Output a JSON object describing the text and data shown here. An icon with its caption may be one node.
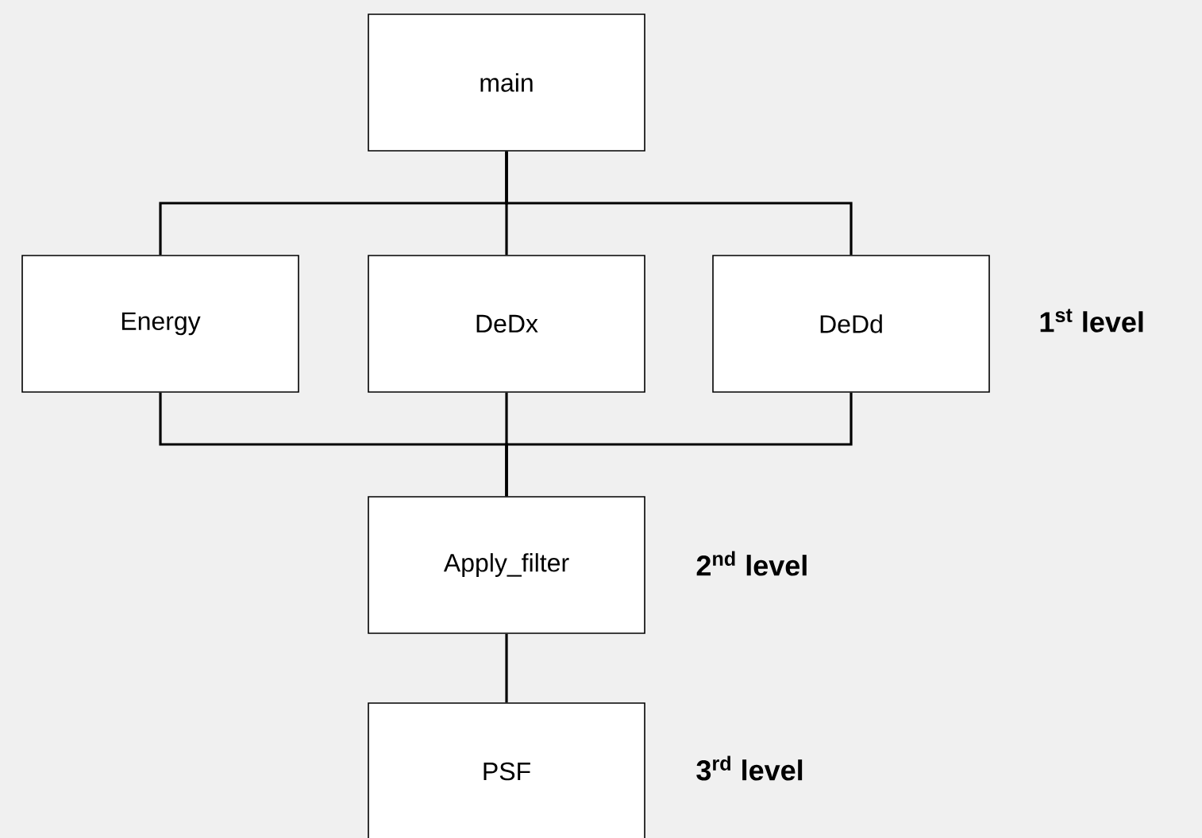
{
  "diagram": {
    "nodes": [
      {
        "text": [
          "main"
        ]
      },
      {
        "text": [
          "Energy"
        ]
      },
      {
        "text": [
          "DeDx"
        ]
      },
      {
        "text": [
          "DeDd"
        ]
      },
      {
        "text": [
          "Apply_filter"
        ]
      },
      {
        "text": [
          "PSF"
        ]
      }
    ],
    "edges": [
      {
        "from": 0,
        "to": 1,
        "arrow": "none"
      },
      {
        "from": 0,
        "to": 2,
        "arrow": "none"
      },
      {
        "from": 0,
        "to": 3,
        "arrow": "none"
      },
      {
        "from": 1,
        "to": 4,
        "arrow": "none"
      },
      {
        "from": 2,
        "to": 4,
        "arrow": "none"
      },
      {
        "from": 3,
        "to": 4,
        "arrow": "none"
      },
      {
        "from": 4,
        "to": 5,
        "arrow": "none"
      }
    ],
    "labels": [
      "1$^{st}$ level",
      "2$^{nd}$ level",
      "3$^{rd}$ level"
    ]
  }
}
